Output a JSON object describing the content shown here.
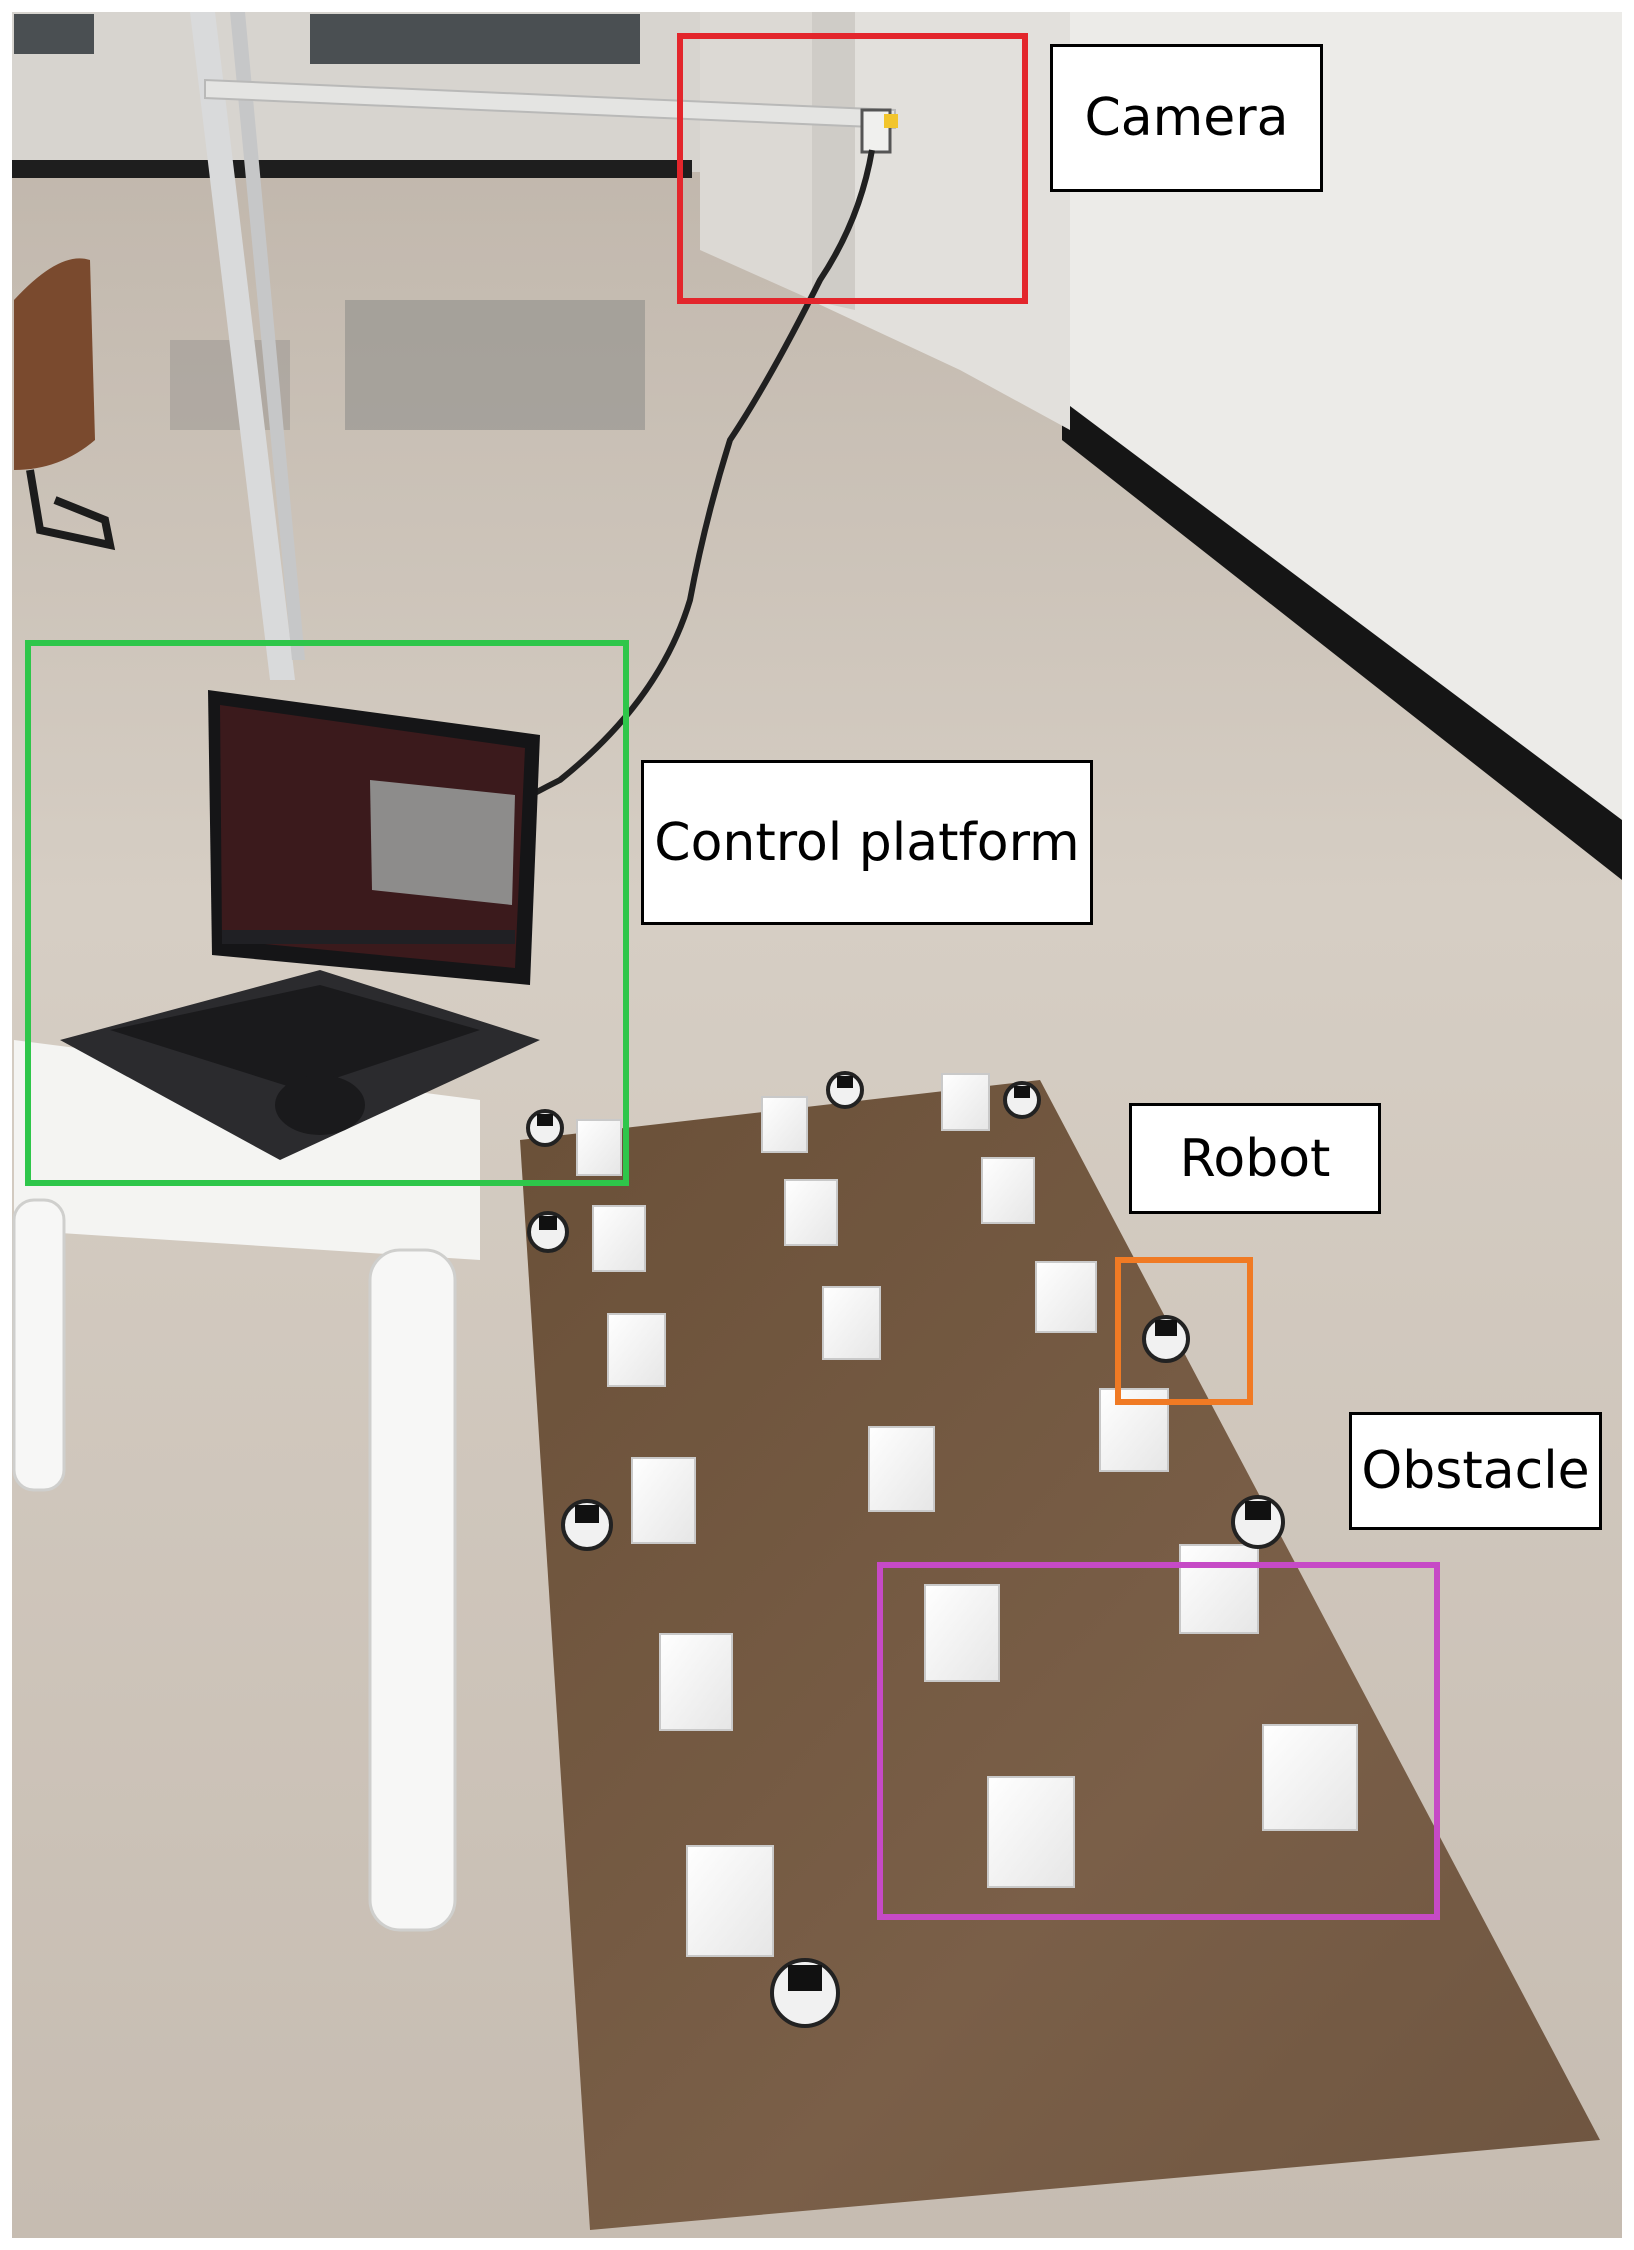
{
  "labels": {
    "camera": "Camera",
    "control_platform": "Control platform",
    "robot": "Robot",
    "obstacle": "Obstacle"
  },
  "colors": {
    "camera_box": "#e3262c",
    "control_box": "#2ec64a",
    "robot_box": "#f07a24",
    "obstacle_box": "#c64ac6",
    "mat": "#6f5540",
    "floor": "#cfc6bb",
    "wall": "#ecebe8"
  }
}
